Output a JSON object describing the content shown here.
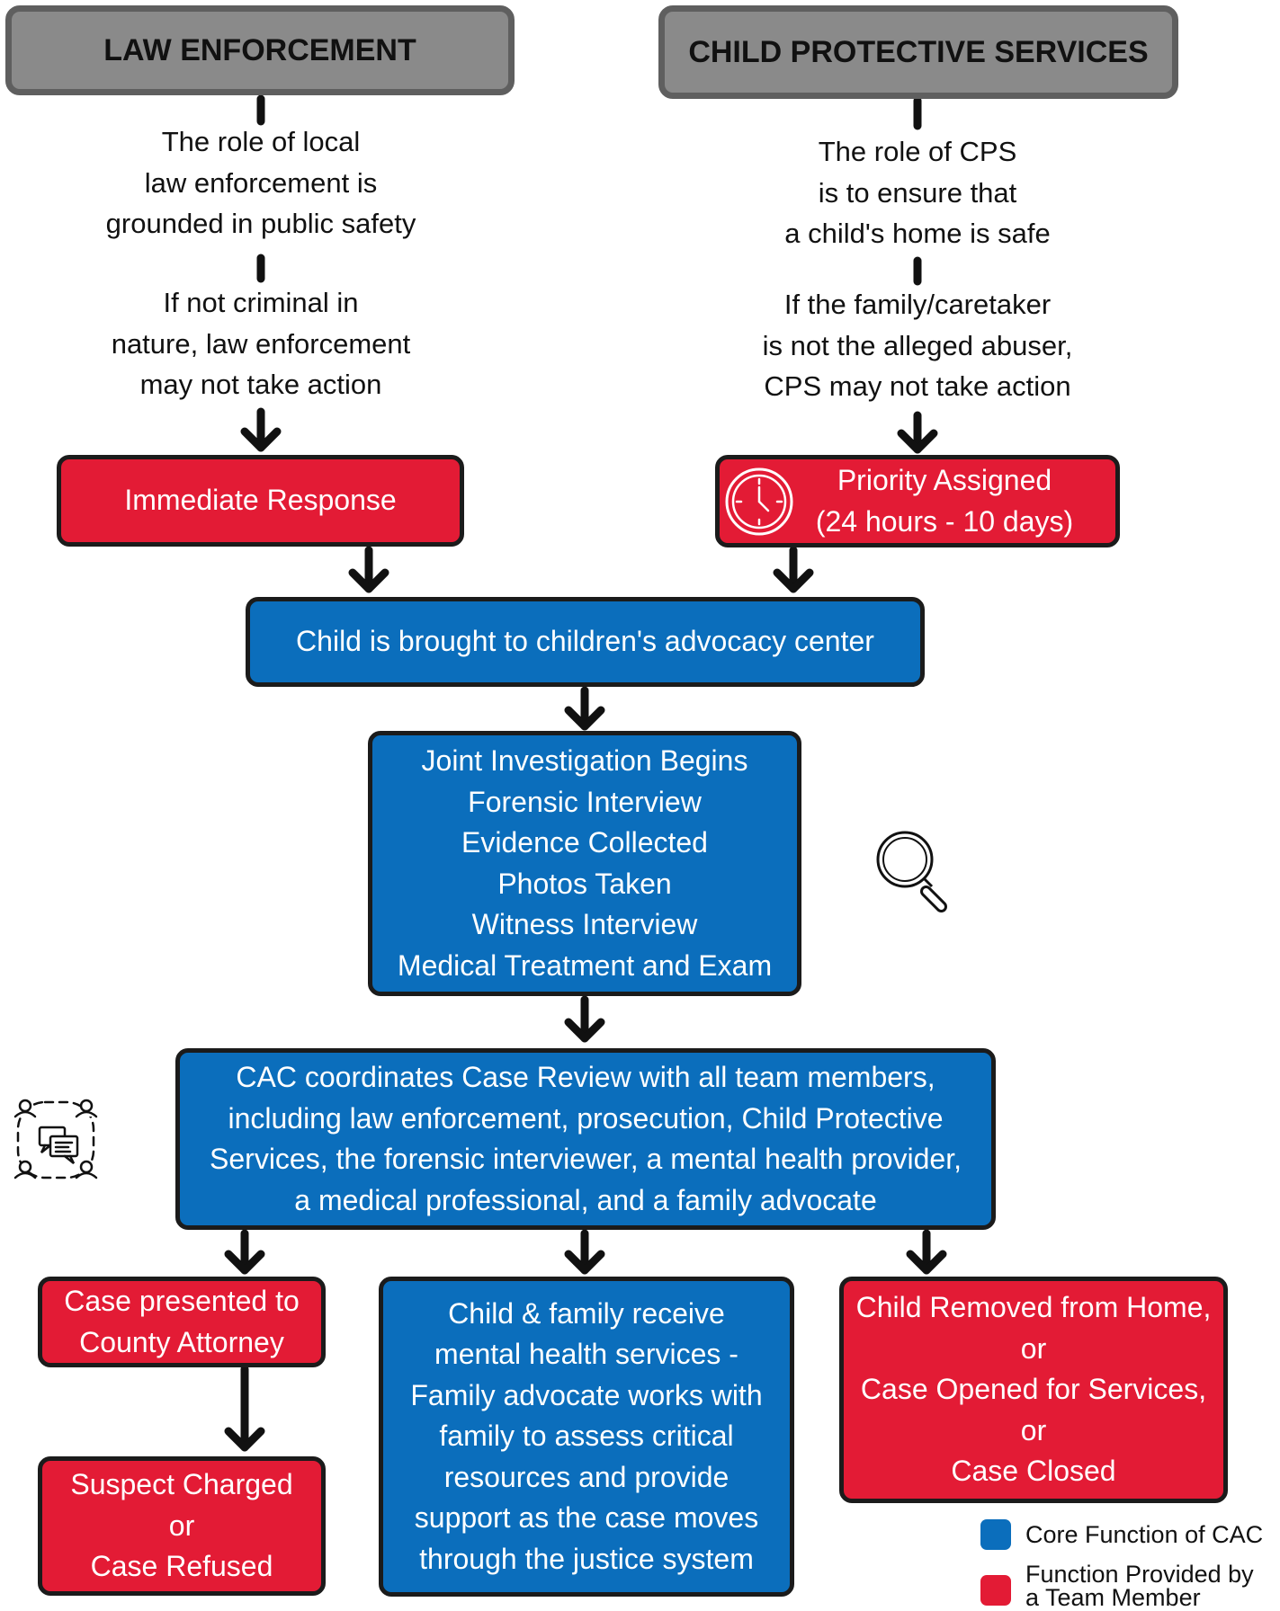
{
  "headers": {
    "law_enforcement": "LAW ENFORCEMENT",
    "cps": "CHILD PROTECTIVE SERVICES"
  },
  "law_notes": {
    "role": [
      "The role of local",
      "law enforcement is",
      "grounded in public safety"
    ],
    "condition": [
      "If not criminal in",
      "nature, law enforcement",
      "may not take action"
    ]
  },
  "cps_notes": {
    "role": [
      "The role of CPS",
      "is to ensure that",
      "a child's home is safe"
    ],
    "condition": [
      "If the family/caretaker",
      "is not the alleged abuser,",
      "CPS may not take action"
    ]
  },
  "boxes": {
    "immediate_response": [
      "Immediate Response"
    ],
    "priority_assigned": [
      "Priority Assigned",
      "(24 hours - 10 days)"
    ],
    "cac_arrival": [
      "Child is brought to children's advocacy center"
    ],
    "joint_investigation": [
      "Joint Investigation Begins",
      "Forensic Interview",
      "Evidence Collected",
      "Photos Taken",
      "Witness Interview",
      "Medical Treatment and Exam"
    ],
    "case_review": [
      "CAC coordinates Case Review with all team members,",
      "including law enforcement, prosecution, Child Protective",
      "Services, the forensic interviewer, a mental health provider,",
      "a medical professional, and a family advocate"
    ],
    "county_attorney": [
      "Case presented to",
      "County Attorney"
    ],
    "suspect_charged": [
      "Suspect Charged",
      "or",
      "Case Refused"
    ],
    "mental_health": [
      "Child & family receive",
      "mental health services -",
      "Family advocate works with",
      "family to assess critical",
      "resources and provide",
      "support as the case moves",
      "through the justice system"
    ],
    "child_removed": [
      "Child Removed from Home,",
      "or",
      "Case Opened for Services,",
      "or",
      "Case Closed"
    ]
  },
  "legend": {
    "core": {
      "label": "Core Function of CAC",
      "color": "#0b6ebc"
    },
    "team": {
      "label": "Function Provided by a Team Member",
      "color": "#e31b35"
    }
  },
  "colors": {
    "red": "#e31b35",
    "blue": "#0b6ebc",
    "header": "#8a8a8a",
    "outline": "#1b1b1b"
  },
  "icons": [
    "clock-icon",
    "magnifier-icon",
    "team-chat-icon"
  ]
}
